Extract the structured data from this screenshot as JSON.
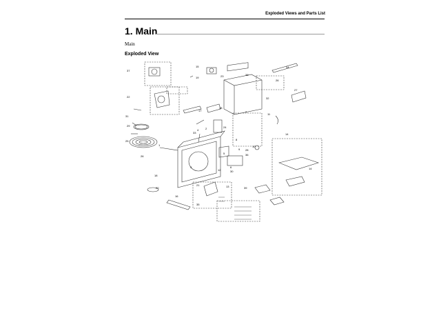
{
  "header": {
    "title": "Exploded Views and Parts List"
  },
  "section": {
    "number_title": "1.  Main",
    "sub_label": "Main",
    "view_heading": "Exploded View"
  },
  "diagram": {
    "part_labels": [
      "1",
      "2",
      "3",
      "4",
      "5",
      "6",
      "7",
      "8",
      "9",
      "10",
      "11",
      "12",
      "13",
      "14",
      "15",
      "16",
      "17",
      "18",
      "19",
      "20",
      "21",
      "22",
      "23",
      "24",
      "25",
      "26",
      "27",
      "28",
      "29",
      "30",
      "31",
      "32",
      "33",
      "34",
      "35",
      "36",
      "37"
    ]
  }
}
